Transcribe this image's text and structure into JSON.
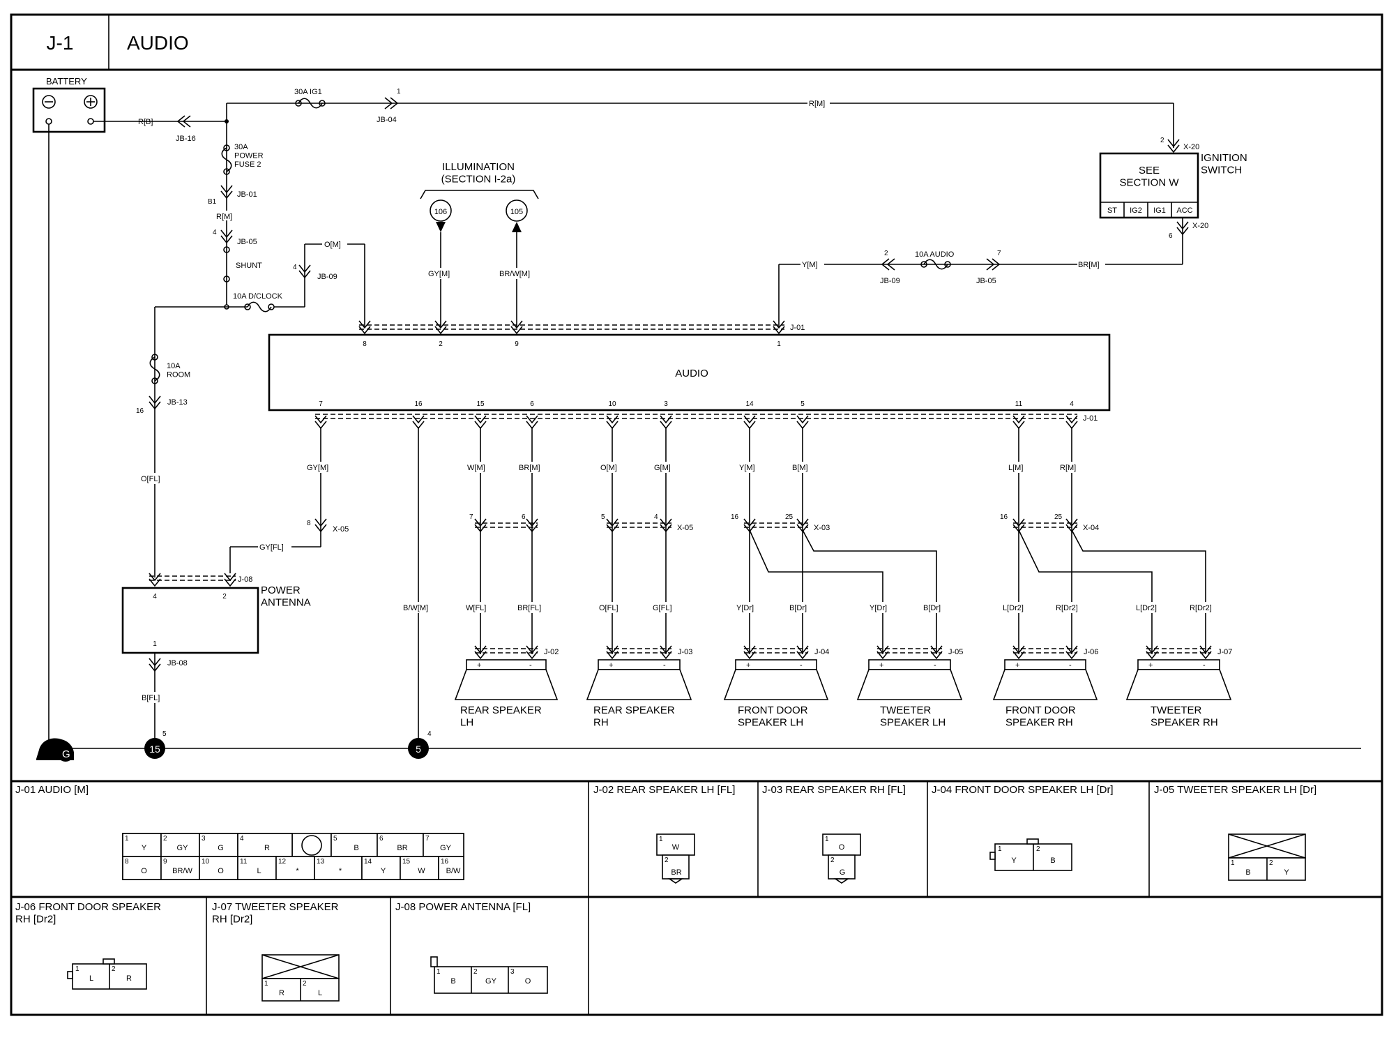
{
  "header": {
    "code": "J-1",
    "title": "AUDIO"
  },
  "components": {
    "battery": "BATTERY",
    "audio": "AUDIO",
    "ignition_switch": "IGNITION\nSWITCH",
    "see_section": "SEE\nSECTION W",
    "ign_terminals": [
      "ST",
      "IG2",
      "IG1",
      "ACC"
    ],
    "illumination": "ILLUMINATION\n(SECTION I-2a)",
    "power_antenna": "POWER\nANTENNA",
    "ground": "G",
    "ref_106": "106",
    "ref_105": "105",
    "ground_15": "15",
    "ground_5": "5",
    "speakers": [
      {
        "name": "REAR SPEAKER\nLH",
        "conn": "J-02"
      },
      {
        "name": "REAR SPEAKER\nRH",
        "conn": "J-03"
      },
      {
        "name": "FRONT DOOR\nSPEAKER LH",
        "conn": "J-04"
      },
      {
        "name": "TWEETER\nSPEAKER LH",
        "conn": "J-05"
      },
      {
        "name": "FRONT DOOR\nSPEAKER RH",
        "conn": "J-06"
      },
      {
        "name": "TWEETER\nSPEAKER RH",
        "conn": "J-07"
      }
    ]
  },
  "fuses": {
    "f30a_ig1": "30A IG1",
    "f30a_power": "30A\nPOWER\nFUSE 2",
    "shunt": "SHUNT",
    "f10a_dclock": "10A D/CLOCK",
    "f10a_room": "10A\nROOM",
    "f10a_audio": "10A AUDIO"
  },
  "connectors": {
    "jb16": "JB-16",
    "jb04": "JB-04",
    "jb01": "JB-01",
    "jb05": "JB-05",
    "jb09": "JB-09",
    "jb13": "JB-13",
    "jb08": "JB-08",
    "x20": "X-20",
    "j01": "J-01",
    "x05": "X-05",
    "x03": "X-03",
    "x04": "X-04",
    "j08": "J-08"
  },
  "wires": {
    "r_b": "R[B]",
    "r_m": "R[M]",
    "o_m": "O[M]",
    "gy_m": "GY[M]",
    "brw_m": "BR/W[M]",
    "y_m": "Y[M]",
    "br_m": "BR[M]",
    "o_fl": "O[FL]",
    "gy_fl": "GY[FL]",
    "b_fl": "B[FL]",
    "bw_m": "B/W[M]",
    "w_m": "W[M]",
    "g_m": "G[M]",
    "b_m": "B[M]",
    "l_m": "L[M]",
    "w_fl": "W[FL]",
    "br_fl": "BR[FL]",
    "g_fl": "G[FL]",
    "y_dr": "Y[Dr]",
    "b_dr": "B[Dr]",
    "l_dr2": "L[Dr2]",
    "r_dr2": "R[Dr2]"
  },
  "pins": {
    "p1": "1",
    "p2": "2",
    "p4": "4",
    "p5": "5",
    "p6": "6",
    "p7": "7",
    "p8": "8",
    "p16": "16",
    "p25": "25",
    "b1": "B1"
  },
  "audio_pins": {
    "top": [
      "8",
      "2",
      "9",
      "1"
    ],
    "bottom": [
      "7",
      "16",
      "15",
      "6",
      "10",
      "3",
      "14",
      "5",
      "11",
      "4"
    ]
  },
  "panels": {
    "j01": {
      "title": "J-01 AUDIO [M]",
      "top": [
        [
          "1",
          "Y"
        ],
        [
          "2",
          "GY"
        ],
        [
          "3",
          "G"
        ],
        [
          "4",
          "R"
        ],
        [
          "5",
          "B"
        ],
        [
          "6",
          "BR"
        ],
        [
          "7",
          "GY"
        ]
      ],
      "bottom": [
        [
          "8",
          "O"
        ],
        [
          "9",
          "BR/W"
        ],
        [
          "10",
          "O"
        ],
        [
          "11",
          "L"
        ],
        [
          "12",
          "*"
        ],
        [
          "13",
          "*"
        ],
        [
          "14",
          "Y"
        ],
        [
          "15",
          "W"
        ],
        [
          "16",
          "B/W"
        ]
      ]
    },
    "j02": {
      "title": "J-02 REAR SPEAKER LH [FL]",
      "c1": [
        "1",
        "W"
      ],
      "c2": [
        "2",
        "BR"
      ]
    },
    "j03": {
      "title": "J-03 REAR SPEAKER RH [FL]",
      "c1": [
        "1",
        "O"
      ],
      "c2": [
        "2",
        "G"
      ]
    },
    "j04": {
      "title": "J-04 FRONT DOOR SPEAKER LH [Dr]",
      "c1": [
        "1",
        "Y"
      ],
      "c2": [
        "2",
        "B"
      ]
    },
    "j05": {
      "title": "J-05 TWEETER SPEAKER LH [Dr]",
      "c1": [
        "1",
        "B"
      ],
      "c2": [
        "2",
        "Y"
      ]
    },
    "j06": {
      "title": "J-06 FRONT DOOR SPEAKER\nRH [Dr2]",
      "c1": [
        "1",
        "L"
      ],
      "c2": [
        "2",
        "R"
      ]
    },
    "j07": {
      "title": "J-07 TWEETER SPEAKER\nRH [Dr2]",
      "c1": [
        "1",
        "R"
      ],
      "c2": [
        "2",
        "L"
      ]
    },
    "j08": {
      "title": "J-08 POWER ANTENNA [FL]",
      "c1": [
        "1",
        "B"
      ],
      "c2": [
        "2",
        "GY"
      ],
      "c3": [
        "3",
        "O"
      ]
    }
  }
}
